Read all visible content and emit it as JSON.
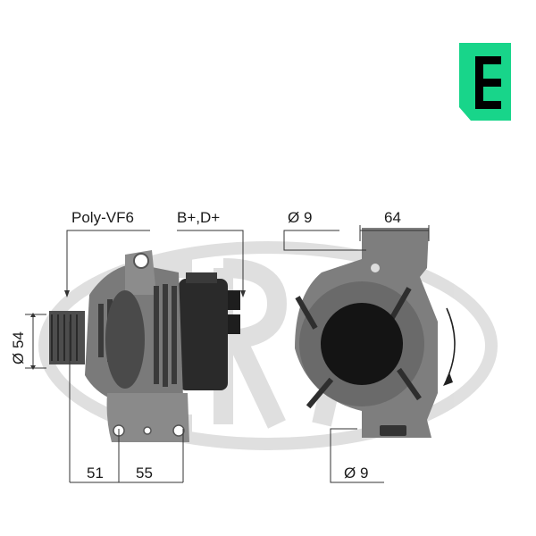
{
  "brand": {
    "badge_color": "#18d58a",
    "watermark_text": "ERA"
  },
  "labels": {
    "pulley": "Poly-VF6",
    "terminals": "B+,D+",
    "diameter_pulley": "Ø 54",
    "dim_51": "51",
    "dim_55": "55",
    "diameter_top": "Ø 9",
    "width_64": "64",
    "diameter_bottom": "Ø 9"
  },
  "rotation_arrow": "clockwise-arrow-icon"
}
